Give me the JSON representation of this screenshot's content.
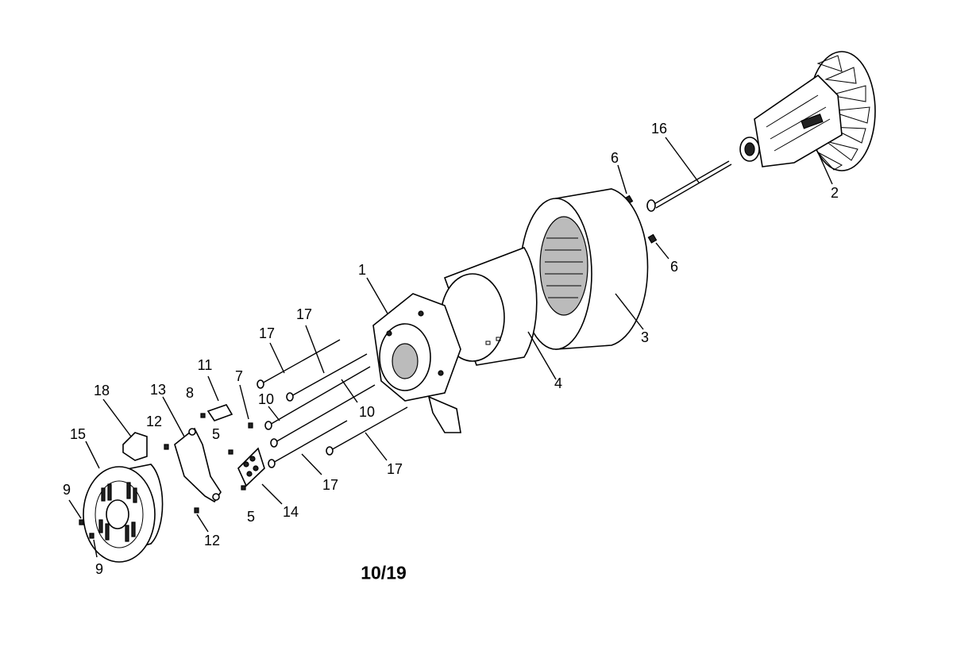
{
  "page_number": "10/19",
  "parts": {
    "p1": "1",
    "p2": "2",
    "p3": "3",
    "p4": "4",
    "p5a": "5",
    "p5b": "5",
    "p6a": "6",
    "p6b": "6",
    "p7": "7",
    "p8": "8",
    "p9a": "9",
    "p9b": "9",
    "p10a": "10",
    "p10b": "10",
    "p11": "11",
    "p12a": "12",
    "p12b": "12",
    "p13": "13",
    "p14": "14",
    "p15": "15",
    "p16": "16",
    "p17a": "17",
    "p17b": "17",
    "p17c": "17",
    "p17d": "17",
    "p18": "18"
  }
}
